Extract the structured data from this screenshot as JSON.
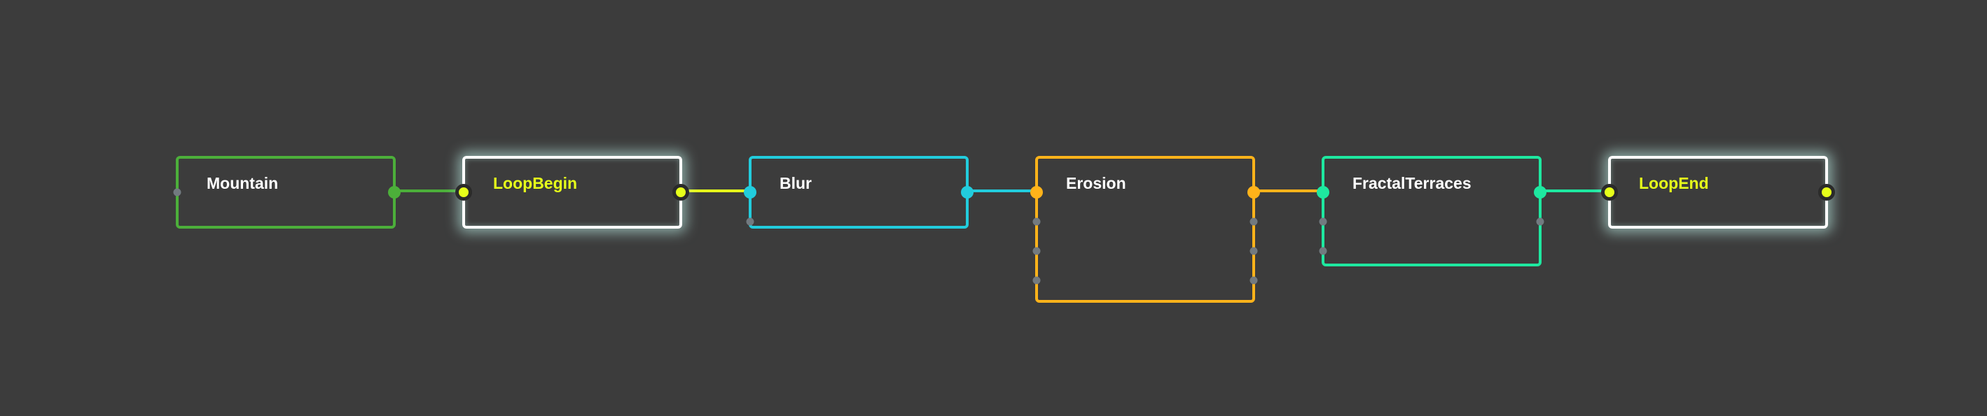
{
  "colors": {
    "background": "#3c3c3c",
    "glow_border": "#ffffff",
    "loop_title": "#e6ff1a",
    "default_title": "#ffffff",
    "inactive_port": "#727a80"
  },
  "nodes": [
    {
      "id": "mountain",
      "label": "Mountain",
      "color": "#4caf3a",
      "title_color": "#ffffff",
      "glow": false,
      "extra_inputs": 0,
      "extra_outputs": 0,
      "input_connected": false,
      "output_connected": true
    },
    {
      "id": "loopbegin",
      "label": "LoopBegin",
      "color": "#e6ff1a",
      "title_color": "#e6ff1a",
      "glow": true,
      "extra_inputs": 0,
      "extra_outputs": 0,
      "input_connected": true,
      "output_connected": true
    },
    {
      "id": "blur",
      "label": "Blur",
      "color": "#22ccdd",
      "title_color": "#ffffff",
      "glow": false,
      "extra_inputs": 1,
      "extra_outputs": 0,
      "input_connected": true,
      "output_connected": true
    },
    {
      "id": "erosion",
      "label": "Erosion",
      "color": "#ffb31a",
      "title_color": "#ffffff",
      "glow": false,
      "extra_inputs": 3,
      "extra_outputs": 3,
      "input_connected": true,
      "output_connected": true
    },
    {
      "id": "fractalterraces",
      "label": "FractalTerraces",
      "color": "#1ee8a0",
      "title_color": "#ffffff",
      "glow": false,
      "extra_inputs": 2,
      "extra_outputs": 1,
      "input_connected": true,
      "output_connected": true
    },
    {
      "id": "loopend",
      "label": "LoopEnd",
      "color": "#e6ff1a",
      "title_color": "#e6ff1a",
      "glow": true,
      "extra_inputs": 0,
      "extra_outputs": 0,
      "input_connected": true,
      "output_connected": true
    }
  ],
  "connections": [
    {
      "from": "mountain",
      "to": "loopbegin",
      "color": "#4caf3a"
    },
    {
      "from": "loopbegin",
      "to": "blur",
      "color": "#e6ff1a"
    },
    {
      "from": "blur",
      "to": "erosion",
      "color": "#22ccdd"
    },
    {
      "from": "erosion",
      "to": "fractalterraces",
      "color": "#ffb31a"
    },
    {
      "from": "fractalterraces",
      "to": "loopend",
      "color": "#1ee8a0"
    }
  ]
}
